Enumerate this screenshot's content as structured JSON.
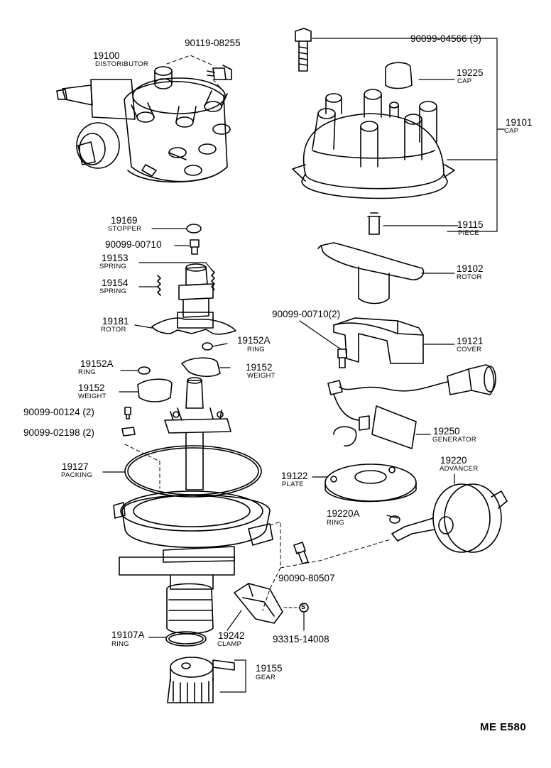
{
  "diagram": {
    "parts": [
      {
        "id": "distributor",
        "number": "19100",
        "name": "DISTORIBUTOR"
      },
      {
        "id": "bolt-top",
        "number": "90119-08255",
        "name": ""
      },
      {
        "id": "screw-cap",
        "number": "90099-04566 (3)",
        "name": ""
      },
      {
        "id": "cap-small",
        "number": "19225",
        "name": "CAP"
      },
      {
        "id": "cap-assy",
        "number": "19101",
        "name": "CAP"
      },
      {
        "id": "piece",
        "number": "19115",
        "name": "PIECE"
      },
      {
        "id": "stopper",
        "number": "19169",
        "name": "STOPPER"
      },
      {
        "id": "screw-rotor",
        "number": "90099-00710",
        "name": ""
      },
      {
        "id": "spring-a",
        "number": "19153",
        "name": "SPRING"
      },
      {
        "id": "spring-b",
        "number": "19154",
        "name": "SPRING"
      },
      {
        "id": "rotor-upper",
        "number": "19102",
        "name": "ROTOR"
      },
      {
        "id": "screw-cover",
        "number": "90099-00710(2)",
        "name": ""
      },
      {
        "id": "rotor-lower",
        "number": "19181",
        "name": "ROTOR"
      },
      {
        "id": "ring-right",
        "number": "19152A",
        "name": "RING"
      },
      {
        "id": "ring-left",
        "number": "19152A",
        "name": "RING"
      },
      {
        "id": "weight-right",
        "number": "19152",
        "name": "WEIGHT"
      },
      {
        "id": "cover",
        "number": "19121",
        "name": "COVER"
      },
      {
        "id": "weight-left",
        "number": "19152",
        "name": "WEIGHT"
      },
      {
        "id": "screw-124",
        "number": "90099-00124 (2)",
        "name": ""
      },
      {
        "id": "washer-2198",
        "number": "90099-02198 (2)",
        "name": ""
      },
      {
        "id": "generator",
        "number": "19250",
        "name": "GENERATOR"
      },
      {
        "id": "advancer",
        "number": "19220",
        "name": "ADVANCER"
      },
      {
        "id": "packing",
        "number": "19127",
        "name": "PACKING"
      },
      {
        "id": "plate",
        "number": "19122",
        "name": "PLATE"
      },
      {
        "id": "ring-advancer",
        "number": "19220A",
        "name": "RING"
      },
      {
        "id": "bolt-80507",
        "number": "90090-80507",
        "name": ""
      },
      {
        "id": "ring-shaft",
        "number": "19107A",
        "name": "RING"
      },
      {
        "id": "clamp",
        "number": "19242",
        "name": "CLAMP"
      },
      {
        "id": "bolt-14008",
        "number": "93315-14008",
        "name": ""
      },
      {
        "id": "gear",
        "number": "19155",
        "name": "GEAR"
      }
    ],
    "reference": "ME E580",
    "symbol": "S"
  }
}
